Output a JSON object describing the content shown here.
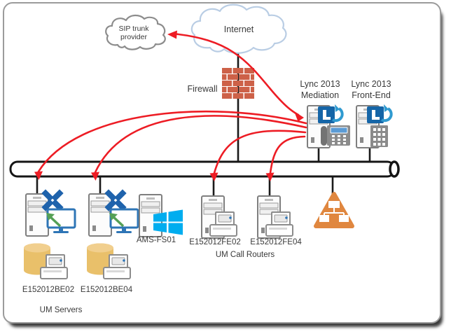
{
  "clouds": {
    "internet_label": "Internet",
    "sip_line1": "SIP trunk",
    "sip_line2": "provider"
  },
  "firewall": {
    "label": "Firewall"
  },
  "lync": {
    "mediation_line1": "Lync 2013",
    "mediation_line2": "Mediation",
    "frontend_line1": "Lync 2013",
    "frontend_line2": "Front-End"
  },
  "servers": {
    "um1_label": "E152012BE02",
    "um2_label": "E152012BE04",
    "um_group_label": "UM Servers",
    "file_server_label": "AMS-FS01",
    "router1_label": "E152012FE02",
    "router2_label": "E152012FE04",
    "router_group_label": "UM Call Routers"
  },
  "arrows": {
    "red_flows": [
      "Internet to SIP trunk provider",
      "Internet to Lync 2013 Mediation",
      "Lync 2013 Mediation to E152012BE02",
      "Lync 2013 Mediation to E152012BE04",
      "Lync 2013 Mediation to E152012FE02",
      "Lync 2013 Mediation to E152012FE04"
    ]
  },
  "colors": {
    "arrow_red": "#ed1c24",
    "internet_cloud_stroke": "#b9cde4",
    "sip_cloud_stroke": "#8c8c8c",
    "firewall_brick": "#cd6148",
    "lync_blue": "#1565a7",
    "lync_swoosh": "#2f9ad0",
    "exchange_blue": "#1f63ac",
    "windows_cyan": "#00adef",
    "database_tan": "#e9c06a",
    "gateway_orange": "#e0873f",
    "monitor_blue": "#2e75b6",
    "arrow_green": "#55a055",
    "icon_gray": "#7f7f7f",
    "backbone_black": "#1a1a1a",
    "text_dark": "#3a3a3a"
  }
}
